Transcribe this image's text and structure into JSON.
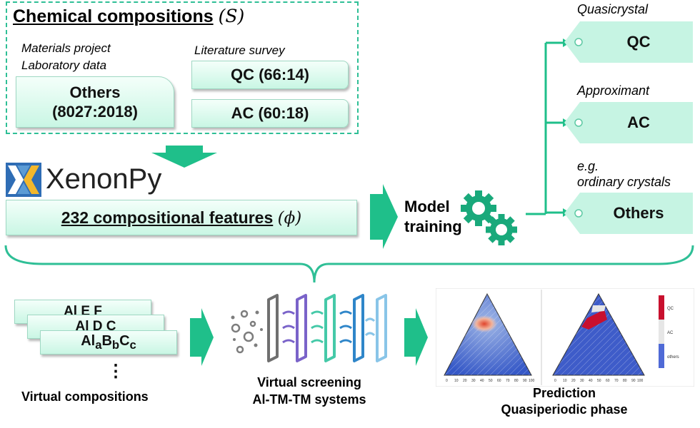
{
  "compositions": {
    "title": "Chemical compositions",
    "symbol": "(𝑆)",
    "source_left_line1": "Materials project",
    "source_left_line2": "Laboratory data",
    "source_right": "Literature survey",
    "others_line1": "Others",
    "others_line2": "(8027:2018)",
    "qc_count": "QC (66:14)",
    "ac_count": "AC (60:18)"
  },
  "xenonpy": {
    "name": "XenonPy"
  },
  "features": {
    "label": "232 compositional features",
    "symbol": "(𝜙)"
  },
  "model": {
    "line1": "Model",
    "line2": "training"
  },
  "outputs": [
    {
      "caption": "Quasicrystal",
      "label": "QC"
    },
    {
      "caption": "Approximant",
      "label": "AC"
    },
    {
      "caption_line1": "e.g.",
      "caption_line2": "ordinary crystals",
      "label": "Others"
    }
  ],
  "virtual": {
    "card1": "Al E F",
    "card2": "Al D C",
    "card3_base": [
      "Al",
      "B",
      "C"
    ],
    "card3_sub": [
      "a",
      "b",
      "c"
    ],
    "ellipsis": "⋮",
    "caption": "Virtual compositions"
  },
  "screening": {
    "line1": "Virtual screening",
    "line2": "Al-TM-TM systems"
  },
  "prediction": {
    "line1": "Prediction",
    "line2": "Quasiperiodic phase",
    "legend": [
      "QC",
      "AC",
      "others"
    ],
    "ticks": [
      "0",
      "10",
      "20",
      "30",
      "40",
      "50",
      "60",
      "70",
      "80",
      "90",
      "100"
    ]
  },
  "colors": {
    "accent": "#2fbf96",
    "arrow": "#1fbf8a",
    "gear": "#19a97b",
    "tag": "#c6f4e3",
    "qc": "#c8102e",
    "others": "#3f5fcf"
  },
  "icons": [
    "xenonpy-logo-icon",
    "gear-icon",
    "filter-screening-icon",
    "ternary-plot-icon"
  ]
}
